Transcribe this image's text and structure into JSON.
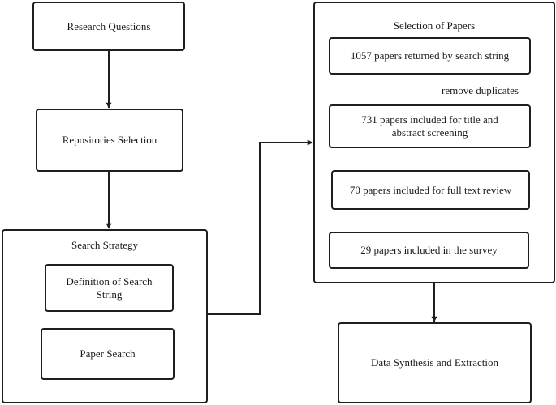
{
  "nodes": {
    "research_questions": "Research Questions",
    "repositories_selection": "Repositories Selection",
    "search_strategy": {
      "title": "Search Strategy",
      "definition": "Definition of Search String",
      "paper_search": "Paper Search"
    },
    "selection_of_papers": {
      "title": "Selection of Papers",
      "step1": "1057 papers returned by search string",
      "step2": "731 papers included for title and abstract screening",
      "step3": "70 papers included for full text review",
      "step4": "29 papers included in the survey"
    },
    "data_synthesis": "Data Synthesis and Extraction"
  },
  "edges": {
    "remove_duplicates": "remove duplicates"
  }
}
